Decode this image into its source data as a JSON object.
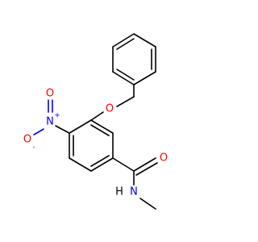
{
  "molecule": {
    "atom_labels": {
      "ether_oxygen": "O",
      "nitro_nitrogen": "N",
      "nitro_charge_plus": "+",
      "nitro_oxygen_double": "O",
      "nitro_oxygen_single": "O",
      "nitro_charge_minus": "-",
      "amide_oxygen": "O",
      "amide_nitrogen": "N",
      "amide_hydrogen": "H"
    },
    "colors": {
      "bond": "#000000",
      "oxygen": "#ff0000",
      "nitrogen": "#0000ff",
      "background": "#ffffff"
    }
  }
}
